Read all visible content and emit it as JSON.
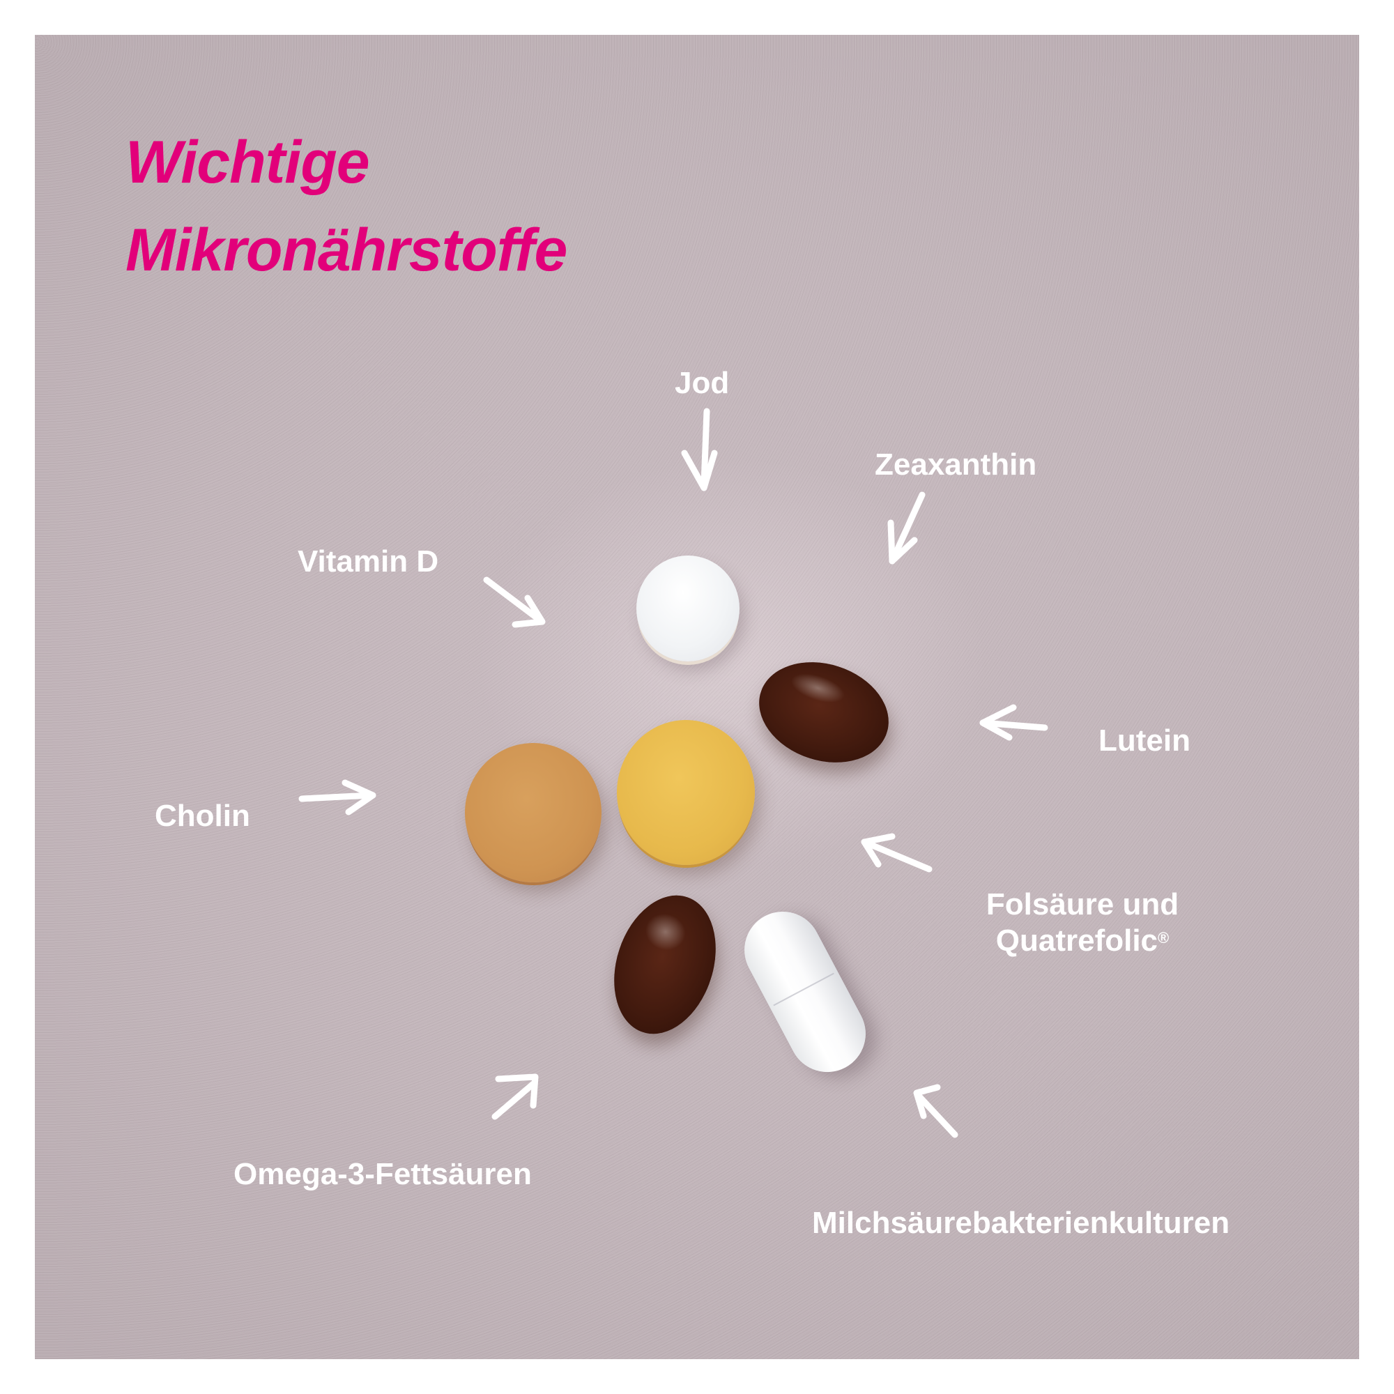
{
  "title": {
    "line1": "Wichtige",
    "line2": "Mikronährstoffe",
    "color": "#e2007a"
  },
  "background": {
    "page_color": "#ffffff",
    "panel_color": "#c3b6bb"
  },
  "label_color": "#ffffff",
  "labels": [
    {
      "id": "jod",
      "text": "Jod",
      "arrow_direction": "down"
    },
    {
      "id": "zeaxanthin",
      "text": "Zeaxanthin",
      "arrow_direction": "down-left"
    },
    {
      "id": "vitamin-d",
      "text": "Vitamin D",
      "arrow_direction": "down-right"
    },
    {
      "id": "lutein",
      "text": "Lutein",
      "arrow_direction": "left"
    },
    {
      "id": "cholin",
      "text": "Cholin",
      "arrow_direction": "right"
    },
    {
      "id": "folsaeure",
      "text_line1": "Folsäure und",
      "text_line2": "Quatrefolic",
      "trademark": "®",
      "arrow_direction": "up-left"
    },
    {
      "id": "omega-3",
      "text": "Omega-3-Fettsäuren",
      "arrow_direction": "up-right"
    },
    {
      "id": "milchsaeure",
      "text": "Milchsäurebakterienkulturen",
      "arrow_direction": "up-left"
    }
  ],
  "pills": [
    {
      "id": "white-tablet",
      "type": "round tablet",
      "color": "#f2f4f6"
    },
    {
      "id": "orange-tablet",
      "type": "round tablet",
      "color": "#cf9452"
    },
    {
      "id": "yellow-tablet",
      "type": "round tablet",
      "color": "#e7b94c"
    },
    {
      "id": "brown-softgel-right",
      "type": "softgel",
      "color": "#421a0e"
    },
    {
      "id": "brown-softgel-left",
      "type": "softgel",
      "color": "#421a0e"
    },
    {
      "id": "white-capsule",
      "type": "capsule",
      "color": "#fbfbfc"
    }
  ]
}
